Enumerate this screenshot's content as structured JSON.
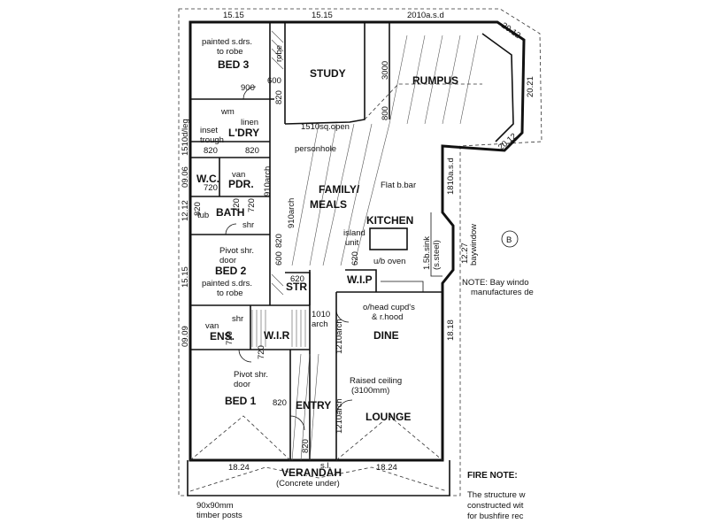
{
  "rooms": {
    "bed3": "BED 3",
    "study": "STUDY",
    "rumpus": "RUMPUS",
    "laundry": "L'DRY",
    "wc": "W.C.",
    "powder": "PDR.",
    "bath": "BATH",
    "family_meals_1": "FAMILY/",
    "family_meals_2": "MEALS",
    "kitchen": "KITCHEN",
    "bed2": "BED 2",
    "str": "STR",
    "wir_kitchen": "W.I.P",
    "ensuite": "ENS.",
    "wir_bed1": "W.I.R",
    "dine": "DINE",
    "bed1": "BED 1",
    "entry": "ENTRY",
    "lounge": "LOUNGE",
    "verandah": "VERANDAH"
  },
  "notes": {
    "bed3_robe_1": "painted s.drs.",
    "bed3_robe_2": "to robe",
    "robe_label": "robe",
    "wm": "wm",
    "linen": "linen",
    "trough_1": "inset",
    "trough_2": "trough",
    "sq_open": "1510sq.open",
    "personhole": "personhole",
    "van_pdr": "van",
    "tub": "tub",
    "shr_bath": "shr",
    "flat_bar": "Flat b.bar",
    "island_1": "island",
    "island_2": "unit",
    "uo_oven": "u/b oven",
    "sink_1": "1.5b.sink",
    "sink_2": "(s.steel)",
    "bay_window": "baywindow",
    "pivot_bed2_1": "Pivot shr.",
    "pivot_bed2_2": "door",
    "bed2_robe_1": "painted s.drs.",
    "bed2_robe_2": "to robe",
    "ohead_1": "o/head cupd's",
    "ohead_2": "& r.hood",
    "van_ens": "van",
    "shr_ens": "shr",
    "pivot_bed1_1": "Pivot shr.",
    "pivot_bed1_2": "door",
    "raised_1": "Raised ceiling",
    "raised_2": "(3100mm)",
    "concrete": "(Concrete under)",
    "posts_1": "90x90mm",
    "posts_2": "timber posts",
    "si": "s.l.",
    "circle_b": "B"
  },
  "dims": {
    "top_1": "15.15",
    "top_2": "15.15",
    "top_3": "2010a.s.d",
    "bay_1": "20.12",
    "bay_2": "20.21",
    "bay_3": "20.12",
    "d900": "900",
    "d600": "600",
    "d820a": "820",
    "d3000": "3000",
    "d800": "800",
    "d820b": "820",
    "d820c": "820",
    "d720a": "720",
    "d910": "910arch",
    "d720b": "720",
    "d910b": "910arch",
    "d820d": "820",
    "d600b": "600",
    "d1810": "1810a.s.d",
    "d1227": "12.27",
    "d620a": "620",
    "d620b": "620",
    "d1010_1": "1010",
    "d1010_2": "arch",
    "d1210a": "1210arch",
    "d720c": "720",
    "d720d": "720",
    "d1210b": "1210arch",
    "d820e": "820",
    "d820f": "820",
    "d1818": "18.18",
    "bottom_1": "18.24",
    "bottom_2": "18.24",
    "left_1510": "1510d/leg",
    "left_0906": "09.06",
    "left_1212": "12.12",
    "left_1515": "15.15",
    "left_0909": "09.09",
    "left_820": "820",
    "left_720": "720"
  },
  "side_notes": {
    "bay_note_1": "NOTE: Bay windo",
    "bay_note_2": "manufactures de",
    "fire_title": "FIRE NOTE:",
    "fire_1": "The structure w",
    "fire_2": "constructed wit",
    "fire_3": "for bushfire rec"
  }
}
